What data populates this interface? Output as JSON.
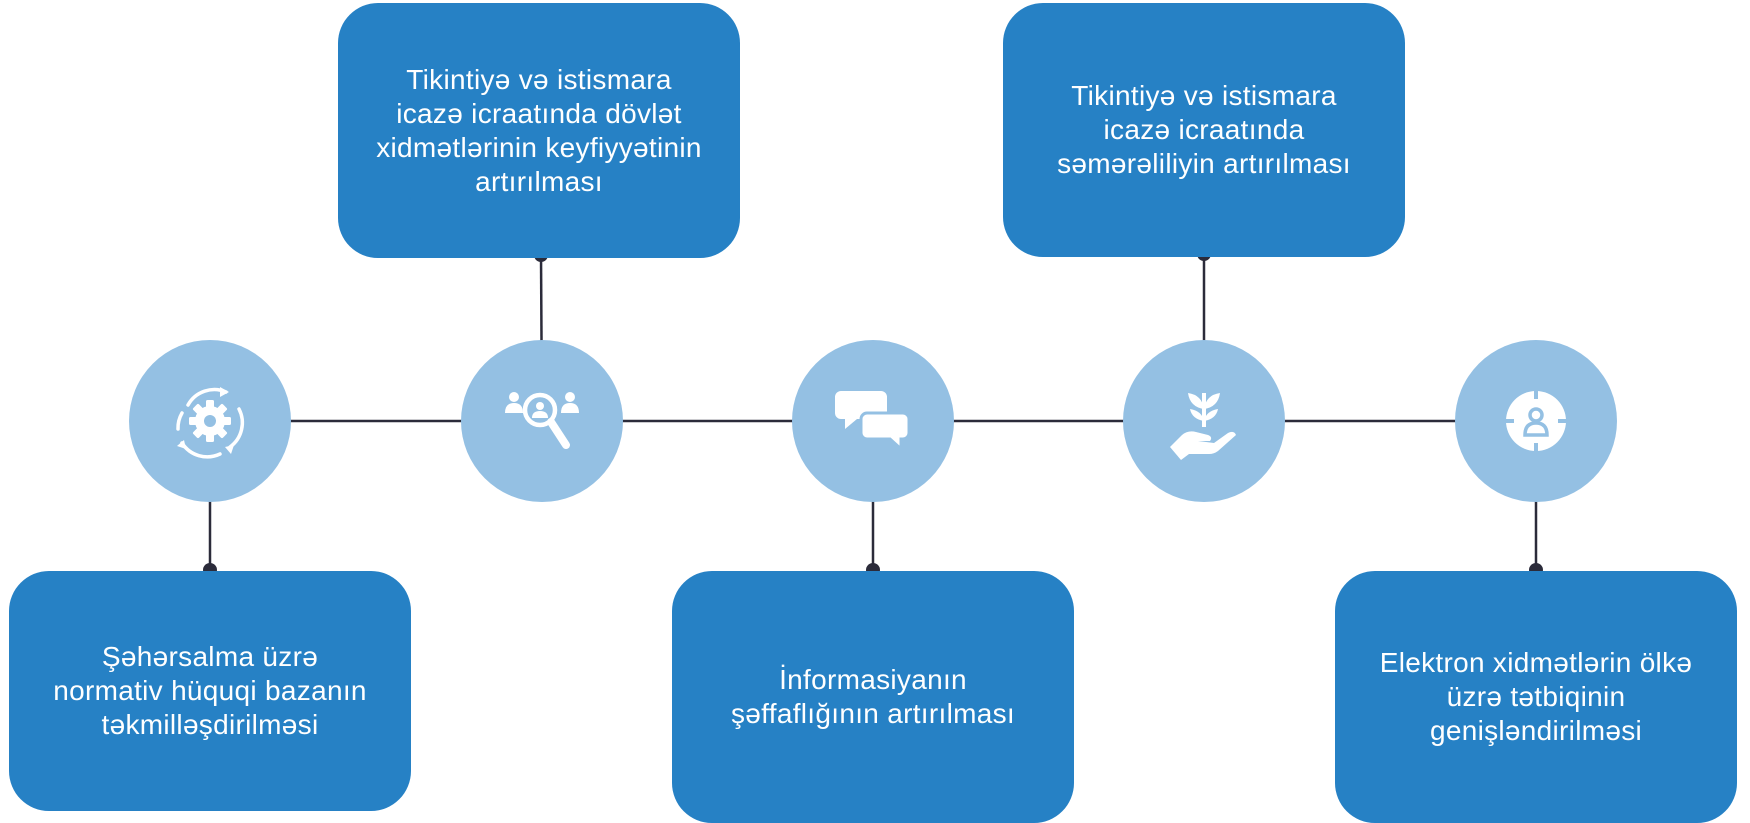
{
  "diagram": {
    "steps": [
      {
        "icon": "gear-cycle-icon",
        "position": "bottom",
        "text": "Şəhərsalma üzrə normativ hüquqi bazanın təkmilləşdirilməsi"
      },
      {
        "icon": "people-search-icon",
        "position": "top",
        "text": "Tikintiyə və istismara icazə icraatında dövlət xidmətlərinin keyfiyyətinin artırılması"
      },
      {
        "icon": "chat-bubbles-icon",
        "position": "bottom",
        "text": "İnformasiyanın şəffaflığının artırılması"
      },
      {
        "icon": "plant-hand-icon",
        "position": "top",
        "text": "Tikintiyə və istismara icazə icraatında səmərəliliyin artırılması"
      },
      {
        "icon": "target-person-icon",
        "position": "bottom",
        "text": "Elektron xidmətlərin ölkə üzrə tətbiqinin genişləndirilməsi"
      }
    ],
    "colors": {
      "box": "#2681c5",
      "circle": "#94c0e3",
      "line": "#2b2b3a",
      "box_text": "#ffffff"
    }
  }
}
